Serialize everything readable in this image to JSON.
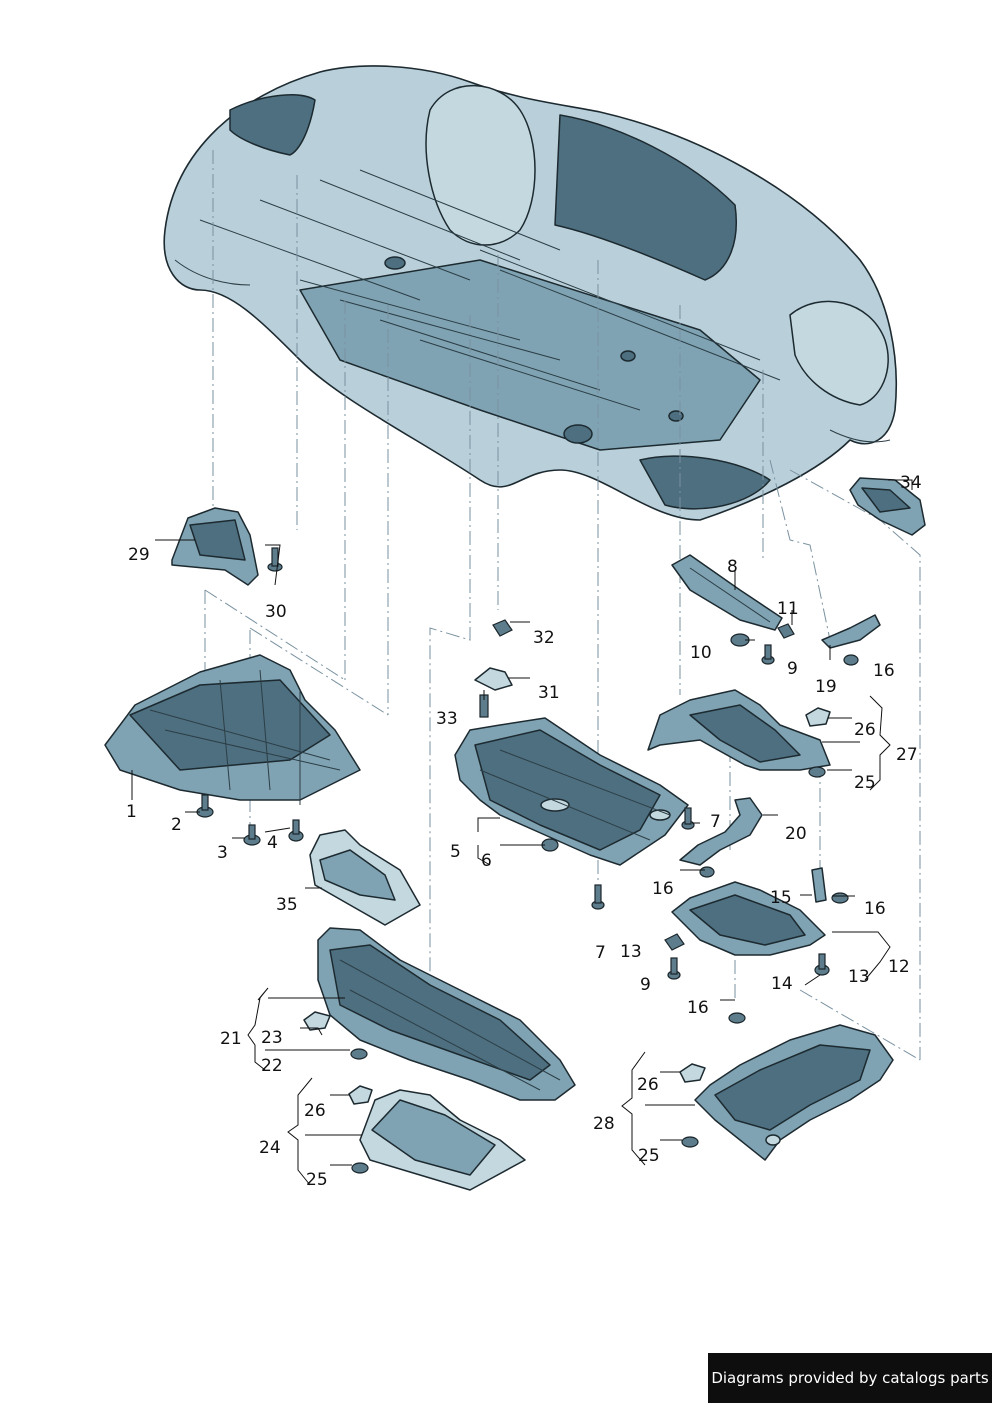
{
  "callouts": {
    "c1": "1",
    "c2": "2",
    "c3": "3",
    "c4": "4",
    "c5": "5",
    "c6": "6",
    "c7a": "7",
    "c7b": "7",
    "c8": "8",
    "c9a": "9",
    "c9b": "9",
    "c10": "10",
    "c11": "11",
    "c12": "12",
    "c13a": "13",
    "c13b": "13",
    "c14": "14",
    "c15": "15",
    "c16a": "16",
    "c16b": "16",
    "c16c": "16",
    "c16d": "16",
    "c19": "19",
    "c20": "20",
    "c21": "21",
    "c22": "22",
    "c23": "23",
    "c24": "24",
    "c25a": "25",
    "c25b": "25",
    "c25c": "25",
    "c26a": "26",
    "c26b": "26",
    "c26c": "26",
    "c27": "27",
    "c28": "28",
    "c29": "29",
    "c30": "30",
    "c31": "31",
    "c32": "32",
    "c33": "33",
    "c34": "34",
    "c35": "35"
  },
  "footer": {
    "credit": "Diagrams provided by catalogs parts"
  },
  "colors": {
    "panel": "#7fa3b3",
    "panel_dark": "#4d6f80",
    "body": "#b9d0da",
    "outline": "#1d2a30"
  }
}
